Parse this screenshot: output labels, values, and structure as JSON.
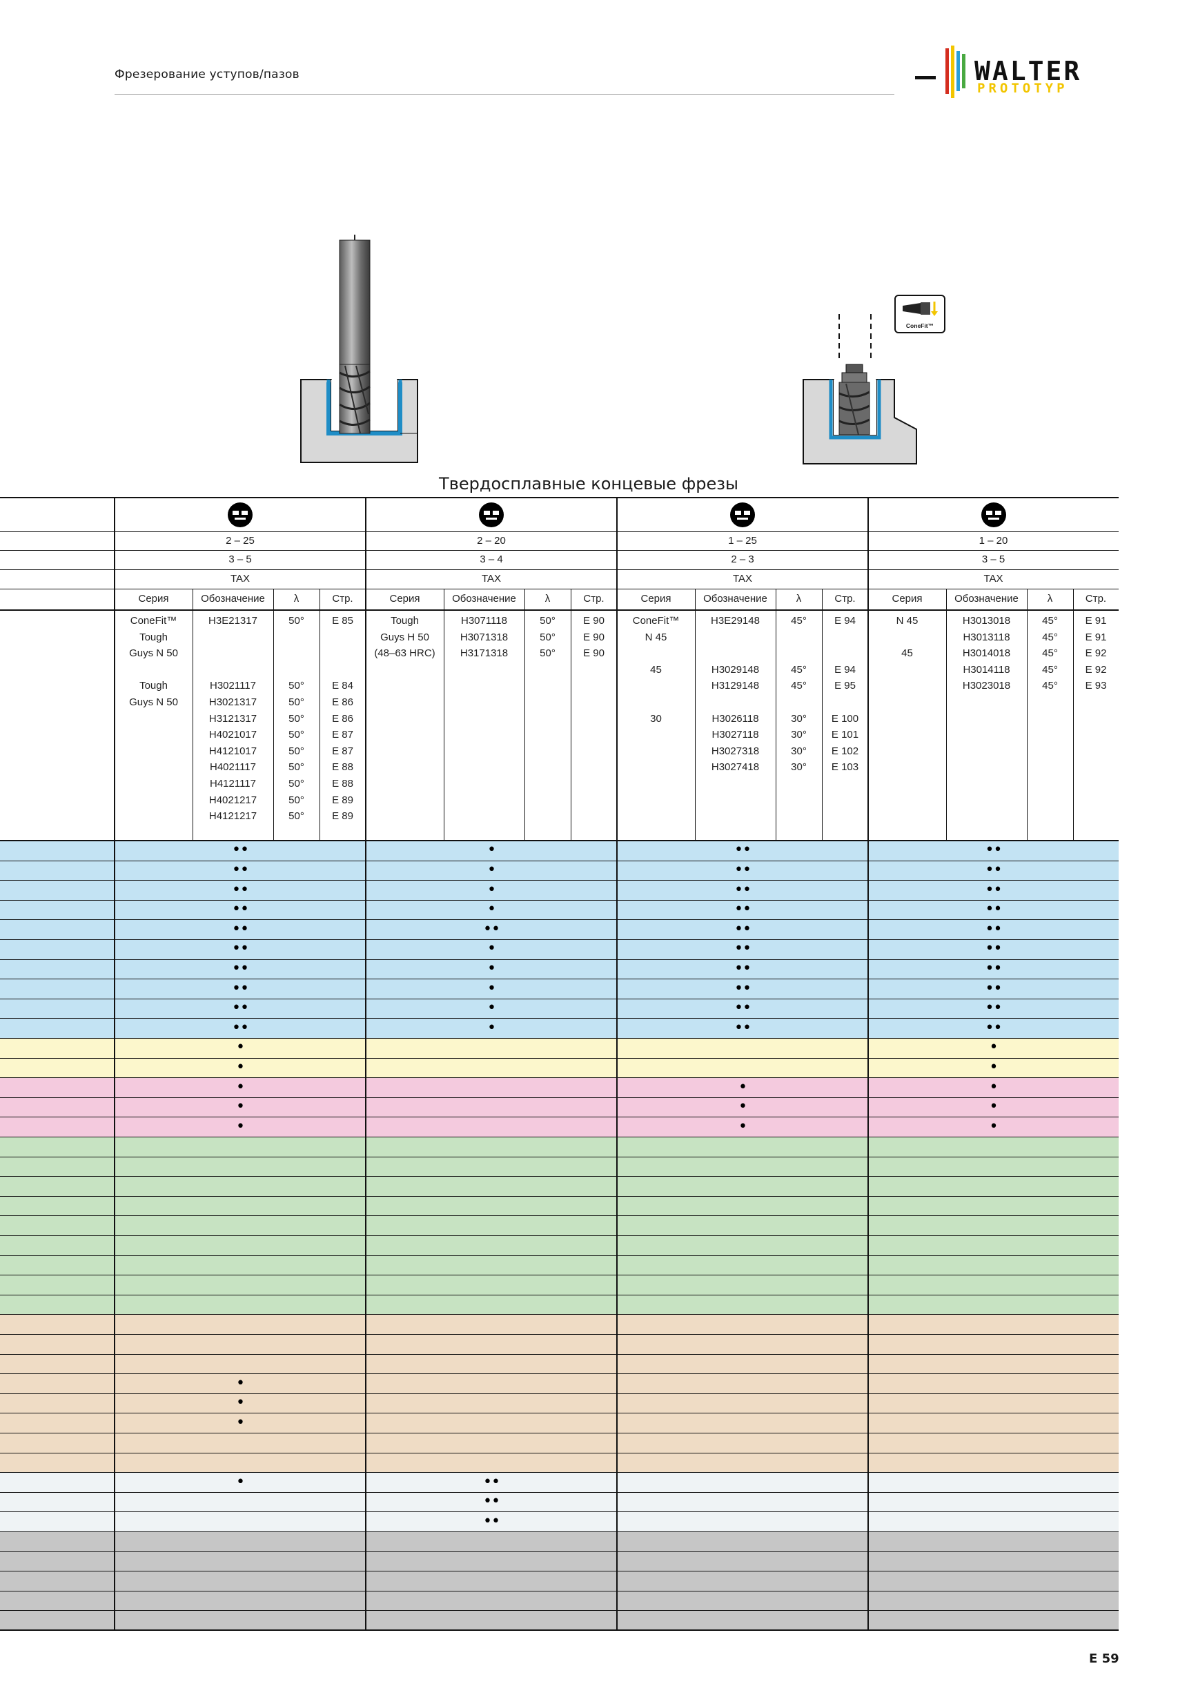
{
  "header": {
    "title": "Фрезерование уступов/пазов"
  },
  "logo": {
    "brand": "WALTER",
    "sub": "PROTOTYP"
  },
  "badge": {
    "label": "ConeFit™"
  },
  "section_title": "Твердосплавные концевые фрезы",
  "groups": [
    {
      "icon": "solid-carbide-tool-icon",
      "diameter": "2 – 25",
      "ap": "3 – 5",
      "grade": "TAX",
      "col_series": "Серия",
      "col_designation": "Обозначение",
      "col_lambda": "λ",
      "col_page": "Стр.",
      "series": "ConeFit™\nTough\nGuys N 50\n\nTough\nGuys N 50",
      "designation": "H3E21317\n\n\n\nH3021117\nH3021317\nH3121317\nH4021017\nH4121017\nH4021117\nH4121117\nH4021217\nH4121217",
      "lambda": "50°\n\n\n\n50°\n50°\n50°\n50°\n50°\n50°\n50°\n50°\n50°",
      "page": "E 85\n\n\n\nE 84\nE 86\nE 86\nE 87\nE 87\nE 88\nE 88\nE 89\nE 89"
    },
    {
      "icon": "solid-carbide-tool-icon",
      "diameter": "2 – 20",
      "ap": "3 – 4",
      "grade": "TAX",
      "col_series": "Серия",
      "col_designation": "Обозначение",
      "col_lambda": "λ",
      "col_page": "Стр.",
      "series": "Tough\nGuys H 50\n(48–63 HRC)",
      "designation": "H3071118\nH3071318\nH3171318",
      "lambda": "50°\n50°\n50°",
      "page": "E 90\nE 90\nE 90"
    },
    {
      "icon": "solid-carbide-tool-icon",
      "diameter": "1 – 25",
      "ap": "2 – 3",
      "grade": "TAX",
      "col_series": "Серия",
      "col_designation": "Обозначение",
      "col_lambda": "λ",
      "col_page": "Стр.",
      "series": "ConeFit™\nN 45\n\n45\n\n\n30",
      "designation": "H3E29148\n\n\nH3029148\nH3129148\n\nH3026118\nH3027118\nH3027318\nH3027418",
      "lambda": "45°\n\n\n45°\n45°\n\n30°\n30°\n30°\n30°",
      "page": "E 94\n\n\nE 94\nE 95\n\nE 100\nE 101\nE 102\nE 103"
    },
    {
      "icon": "solid-carbide-tool-icon",
      "diameter": "1 – 20",
      "ap": "3 – 5",
      "grade": "TAX",
      "col_series": "Серия",
      "col_designation": "Обозначение",
      "col_lambda": "λ",
      "col_page": "Стр.",
      "series": "N 45\n\n45",
      "designation": "H3013018\nH3013118\nH3014018\nH3014118\nH3023018",
      "lambda": "45°\n45°\n45°\n45°\n45°",
      "page": "E 91\nE 91\nE 92\nE 92\nE 93"
    }
  ],
  "material_rows": [
    {
      "color": "#c3e3f3",
      "marks": [
        "••",
        "•",
        "••",
        "••"
      ]
    },
    {
      "color": "#c3e3f3",
      "marks": [
        "••",
        "•",
        "••",
        "••"
      ]
    },
    {
      "color": "#c3e3f3",
      "marks": [
        "••",
        "•",
        "••",
        "••"
      ]
    },
    {
      "color": "#c3e3f3",
      "marks": [
        "••",
        "•",
        "••",
        "••"
      ]
    },
    {
      "color": "#c3e3f3",
      "marks": [
        "••",
        "••",
        "••",
        "••"
      ]
    },
    {
      "color": "#c3e3f3",
      "marks": [
        "••",
        "•",
        "••",
        "••"
      ]
    },
    {
      "color": "#c3e3f3",
      "marks": [
        "••",
        "•",
        "••",
        "••"
      ]
    },
    {
      "color": "#c3e3f3",
      "marks": [
        "••",
        "•",
        "••",
        "••"
      ]
    },
    {
      "color": "#c3e3f3",
      "marks": [
        "••",
        "•",
        "••",
        "••"
      ]
    },
    {
      "color": "#c3e3f3",
      "marks": [
        "••",
        "•",
        "••",
        "••"
      ]
    },
    {
      "color": "#fcf7cc",
      "marks": [
        "•",
        "",
        "",
        "•"
      ]
    },
    {
      "color": "#fcf7cc",
      "marks": [
        "•",
        "",
        "",
        "•"
      ]
    },
    {
      "color": "#f4cade",
      "marks": [
        "•",
        "",
        "•",
        "•"
      ]
    },
    {
      "color": "#f4cade",
      "marks": [
        "•",
        "",
        "•",
        "•"
      ]
    },
    {
      "color": "#f4cade",
      "marks": [
        "•",
        "",
        "•",
        "•"
      ]
    },
    {
      "color": "#c7e3c2",
      "marks": [
        "",
        "",
        "",
        ""
      ]
    },
    {
      "color": "#c7e3c2",
      "marks": [
        "",
        "",
        "",
        ""
      ]
    },
    {
      "color": "#c7e3c2",
      "marks": [
        "",
        "",
        "",
        ""
      ]
    },
    {
      "color": "#c7e3c2",
      "marks": [
        "",
        "",
        "",
        ""
      ]
    },
    {
      "color": "#c7e3c2",
      "marks": [
        "",
        "",
        "",
        ""
      ]
    },
    {
      "color": "#c7e3c2",
      "marks": [
        "",
        "",
        "",
        ""
      ]
    },
    {
      "color": "#c7e3c2",
      "marks": [
        "",
        "",
        "",
        ""
      ]
    },
    {
      "color": "#c7e3c2",
      "marks": [
        "",
        "",
        "",
        ""
      ]
    },
    {
      "color": "#c7e3c2",
      "marks": [
        "",
        "",
        "",
        ""
      ]
    },
    {
      "color": "#efdcc5",
      "marks": [
        "",
        "",
        "",
        ""
      ]
    },
    {
      "color": "#efdcc5",
      "marks": [
        "",
        "",
        "",
        ""
      ]
    },
    {
      "color": "#efdcc5",
      "marks": [
        "",
        "",
        "",
        ""
      ]
    },
    {
      "color": "#efdcc5",
      "marks": [
        "•",
        "",
        "",
        ""
      ]
    },
    {
      "color": "#efdcc5",
      "marks": [
        "•",
        "",
        "",
        ""
      ]
    },
    {
      "color": "#efdcc5",
      "marks": [
        "•",
        "",
        "",
        ""
      ]
    },
    {
      "color": "#efdcc5",
      "marks": [
        "",
        "",
        "",
        ""
      ]
    },
    {
      "color": "#efdcc5",
      "marks": [
        "",
        "",
        "",
        ""
      ]
    },
    {
      "color": "#eff3f5",
      "marks": [
        "•",
        "••",
        "",
        ""
      ]
    },
    {
      "color": "#eff3f5",
      "marks": [
        "",
        "••",
        "",
        ""
      ]
    },
    {
      "color": "#eff3f5",
      "marks": [
        "",
        "••",
        "",
        ""
      ]
    },
    {
      "color": "#c6c6c6",
      "marks": [
        "",
        "",
        "",
        ""
      ]
    },
    {
      "color": "#c6c6c6",
      "marks": [
        "",
        "",
        "",
        ""
      ]
    },
    {
      "color": "#c6c6c6",
      "marks": [
        "",
        "",
        "",
        ""
      ]
    },
    {
      "color": "#c6c6c6",
      "marks": [
        "",
        "",
        "",
        ""
      ]
    },
    {
      "color": "#c6c6c6",
      "marks": [
        "",
        "",
        "",
        ""
      ]
    }
  ],
  "page_number": "E 59"
}
